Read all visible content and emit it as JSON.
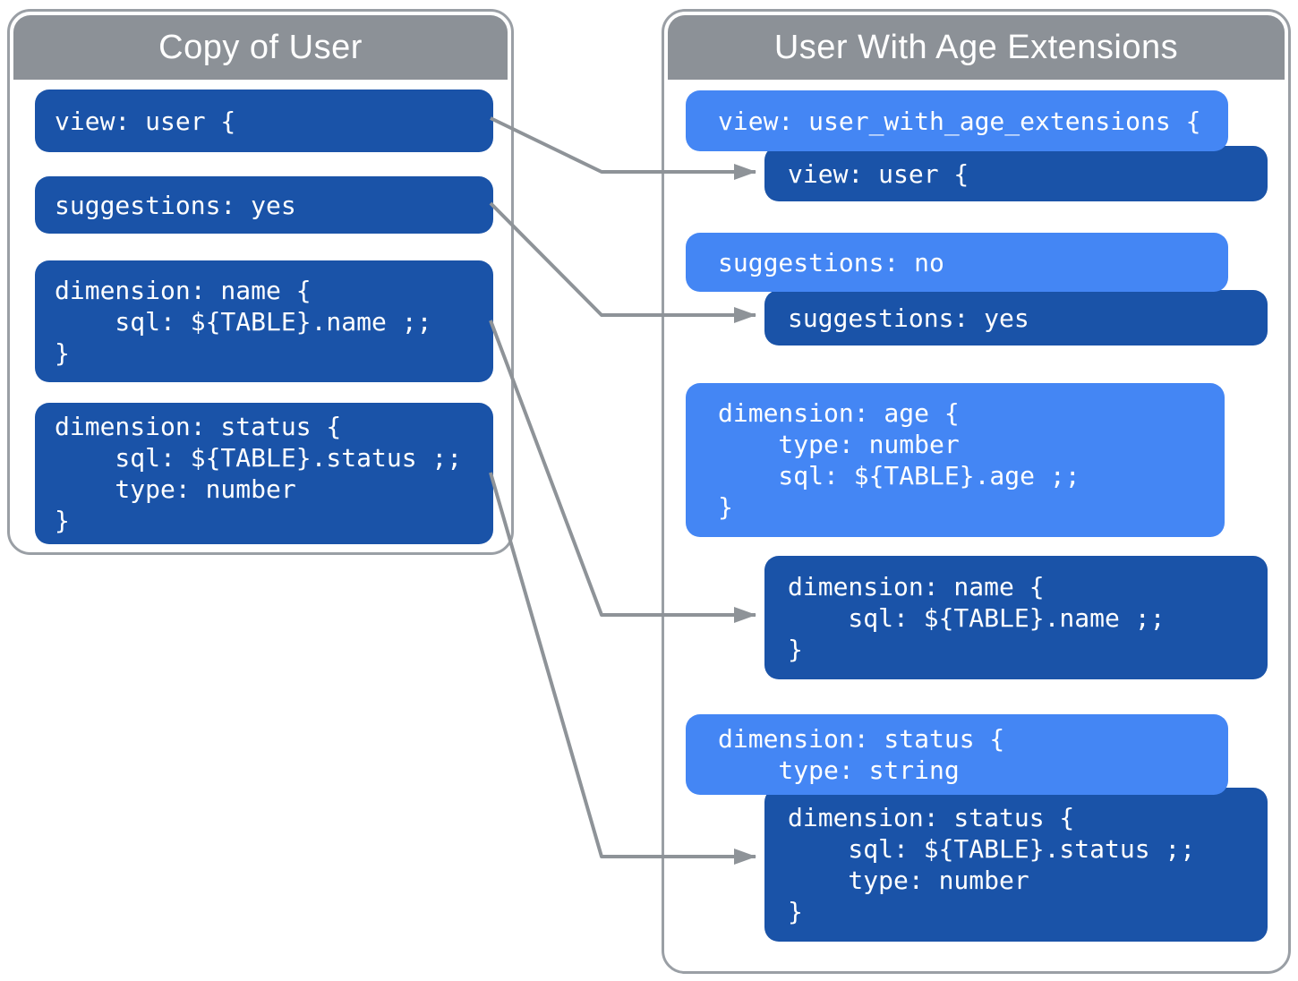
{
  "colors": {
    "dark_blue": "#1a53a8",
    "light_blue": "#4486f4",
    "gray_header": "#8c9197",
    "gray_border": "#9a9fa5",
    "arrow_gray": "#8e9398",
    "text_white": "#ffffff"
  },
  "left_panel": {
    "title": "Copy of User",
    "blocks": [
      {
        "name": "view-user",
        "lines": [
          "view: user {"
        ]
      },
      {
        "name": "suggestions-yes",
        "lines": [
          "suggestions: yes"
        ]
      },
      {
        "name": "dimension-name",
        "lines": [
          "dimension: name {",
          "    sql: ${TABLE}.name ;;",
          "}"
        ]
      },
      {
        "name": "dimension-status",
        "lines": [
          "dimension: status {",
          "    sql: ${TABLE}.status ;;",
          "    type: number",
          "}"
        ]
      }
    ]
  },
  "right_panel": {
    "title": "User With Age Extensions",
    "groups": [
      {
        "override": {
          "lines": [
            "view: user_with_age_extensions {"
          ]
        },
        "original": {
          "lines": [
            "view: user {"
          ]
        }
      },
      {
        "override": {
          "lines": [
            "suggestions: no"
          ]
        },
        "original": {
          "lines": [
            "suggestions: yes"
          ]
        }
      },
      {
        "override": {
          "lines": [
            "dimension: age {",
            "    type: number",
            "    sql: ${TABLE}.age ;;",
            "}"
          ]
        },
        "original": {
          "lines": [
            "dimension: name {",
            "    sql: ${TABLE}.name ;;",
            "}"
          ]
        }
      },
      {
        "override": {
          "lines": [
            "dimension: status {",
            "    type: string"
          ]
        },
        "original": {
          "lines": [
            "dimension: status {",
            "    sql: ${TABLE}.status ;;",
            "    type: number",
            "}"
          ]
        }
      }
    ]
  }
}
